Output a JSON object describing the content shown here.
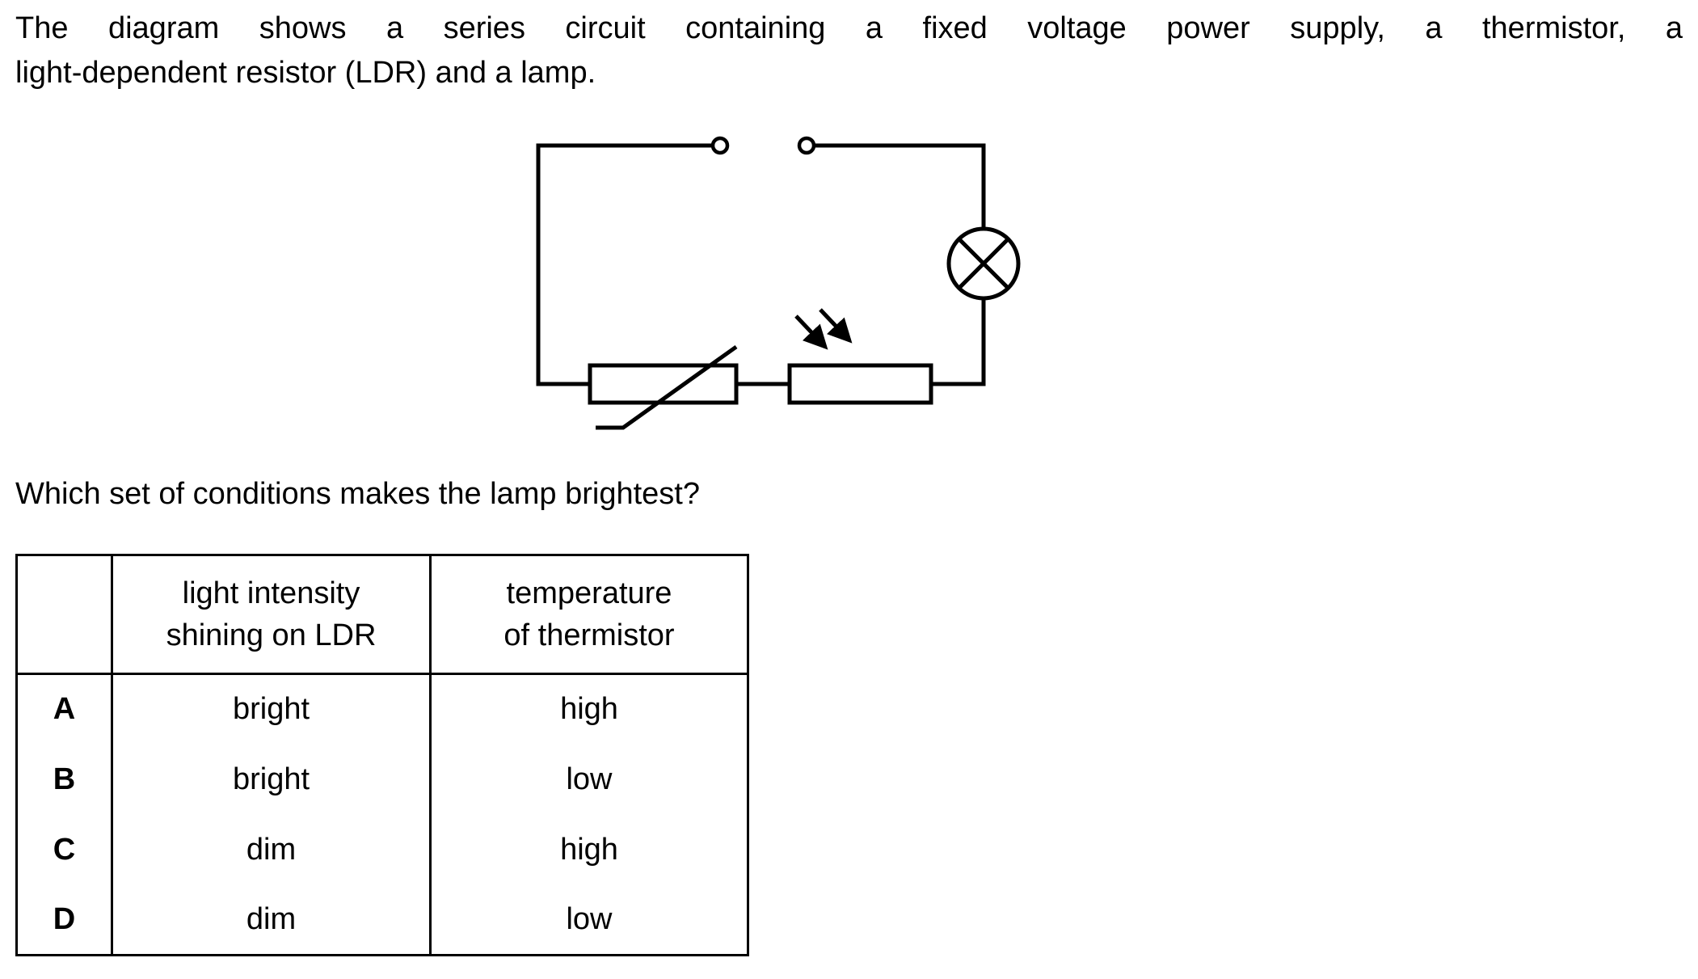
{
  "intro": {
    "line1": "The diagram shows a series circuit containing a fixed voltage power supply, a thermistor, a",
    "line2": "light-dependent resistor (LDR) and a lamp."
  },
  "question": "Which set of conditions makes the lamp brightest?",
  "diagram": {
    "components": {
      "terminals": "power-supply-terminals",
      "thermistor": "thermistor",
      "ldr": "light-dependent-resistor",
      "lamp": "lamp"
    }
  },
  "table": {
    "header": {
      "col1_line1": "light intensity",
      "col1_line2": "shining on LDR",
      "col2_line1": "temperature",
      "col2_line2": "of thermistor"
    },
    "rows": [
      {
        "option": "A",
        "light_intensity": "bright",
        "temperature": "high"
      },
      {
        "option": "B",
        "light_intensity": "bright",
        "temperature": "low"
      },
      {
        "option": "C",
        "light_intensity": "dim",
        "temperature": "high"
      },
      {
        "option": "D",
        "light_intensity": "dim",
        "temperature": "low"
      }
    ]
  },
  "colors": {
    "ink": "#000000",
    "background": "#ffffff"
  }
}
